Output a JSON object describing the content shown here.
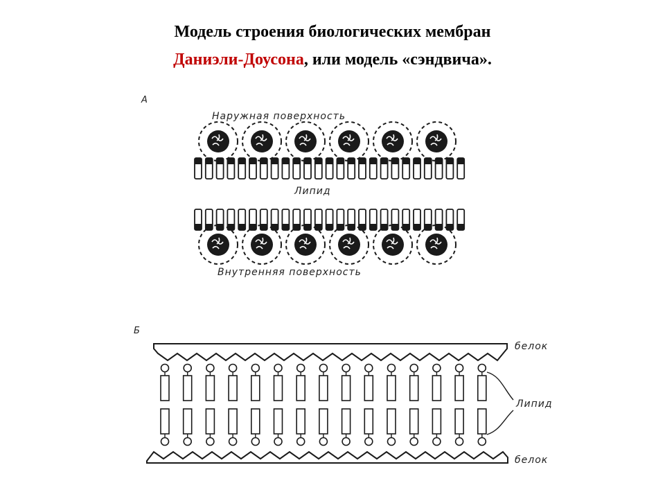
{
  "title": {
    "line1": "Модель строения биологических мембран",
    "line2_red": "Даниэли-Доусона",
    "line2_rest": ", или модель «сэндвича»."
  },
  "colors": {
    "accent_red": "#c00000",
    "ink": "#1a1a1a",
    "background": "#ffffff"
  },
  "panel_a": {
    "letter": "А",
    "outer_label": "Наружная поверхность",
    "middle_label": "Липид",
    "inner_label": "Внутренняя поверхность",
    "protein_count_per_row": 6,
    "lipid_count_per_row": 25
  },
  "panel_b": {
    "letter": "Б",
    "top_label": "белок",
    "middle_label": "Липид",
    "bottom_label": "белок",
    "lipid_count_per_row": 15
  }
}
